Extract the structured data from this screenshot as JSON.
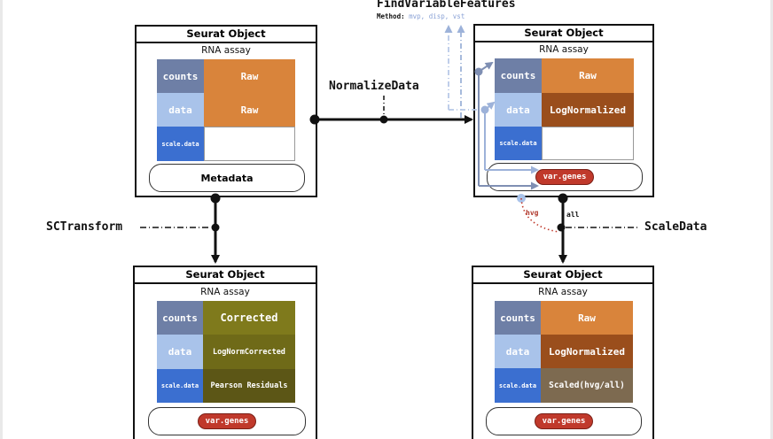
{
  "top_label": {
    "title": "FindVariableFeatures",
    "method_prefix": "Method:",
    "method_options": "mvp, disp, vst"
  },
  "ops": {
    "normalize": "NormalizeData",
    "sctransform": "SCTransform",
    "scaledata": "ScaleData",
    "hvg": "hvg",
    "all": "all"
  },
  "objects": {
    "top_left": {
      "title": "Seurat Object",
      "assay": "RNA assay",
      "rows": [
        {
          "slot": "counts",
          "value": "Raw"
        },
        {
          "slot": "data",
          "value": "Raw"
        },
        {
          "slot": "scale.data",
          "value": ""
        }
      ],
      "footer": "Metadata"
    },
    "top_right": {
      "title": "Seurat Object",
      "assay": "RNA assay",
      "rows": [
        {
          "slot": "counts",
          "value": "Raw"
        },
        {
          "slot": "data",
          "value": "LogNormalized"
        },
        {
          "slot": "scale.data",
          "value": ""
        }
      ],
      "footer": "var.genes"
    },
    "bottom_left": {
      "title": "Seurat Object",
      "assay": "RNA assay",
      "rows": [
        {
          "slot": "counts",
          "value": "Corrected"
        },
        {
          "slot": "data",
          "value": "LogNormCorrected"
        },
        {
          "slot": "scale.data",
          "value": "Pearson Residuals"
        }
      ],
      "footer": "var.genes"
    },
    "bottom_right": {
      "title": "Seurat Object",
      "assay": "RNA assay",
      "rows": [
        {
          "slot": "counts",
          "value": "Raw"
        },
        {
          "slot": "data",
          "value": "LogNormalized"
        },
        {
          "slot": "scale.data",
          "value": "Scaled(hvg/all)"
        }
      ],
      "footer": "var.genes"
    }
  },
  "colors": {
    "counts_slot": "#6e7fa6",
    "data_slot": "#a9c3ea",
    "scale_slot": "#3b6fd0",
    "raw": "#d9843b",
    "lognorm": "#9a4e1c",
    "corrected_green": "#7f7a1c",
    "scaled_brown": "#7d6a50",
    "var_genes": "#c0392b",
    "arrow_light": "#9db2d9",
    "arrow_mid": "#7f8fb3"
  }
}
